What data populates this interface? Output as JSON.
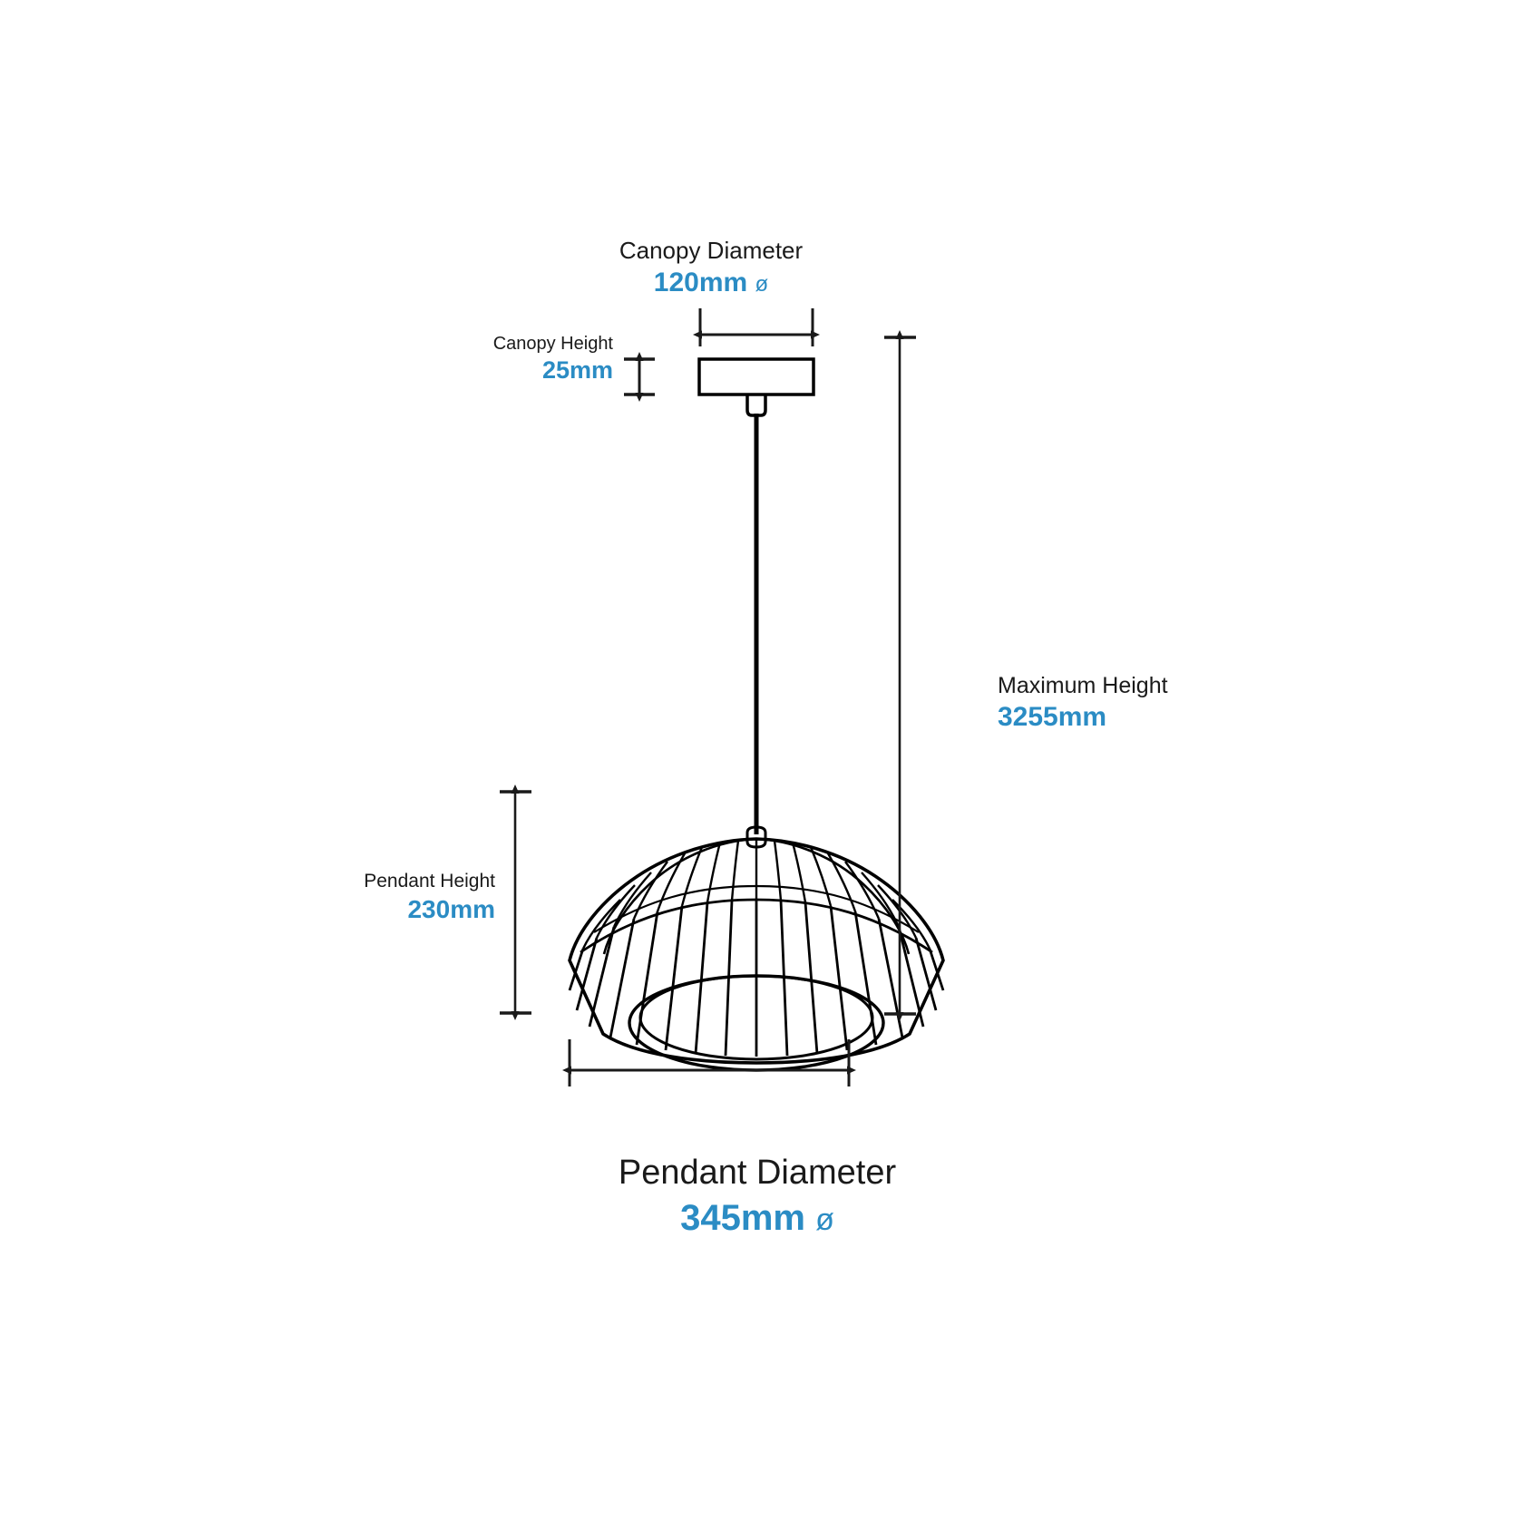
{
  "diagram": {
    "title": "Pendant light dimension diagram",
    "units": "mm",
    "accent_color": "#2b8cc4",
    "line_color": "#1a1a1a",
    "background_color": "#ffffff",
    "diameter_symbol": "ø"
  },
  "dimensions": {
    "canopy_diameter": {
      "label": "Canopy Diameter",
      "value": "120mm",
      "symbol": "ø",
      "value_number": 120,
      "unit": "mm",
      "arrow": "horizontal-double"
    },
    "canopy_height": {
      "label": "Canopy Height",
      "value": "25mm",
      "value_number": 25,
      "unit": "mm",
      "arrow": "vertical-double"
    },
    "pendant_height": {
      "label": "Pendant Height",
      "value": "230mm",
      "value_number": 230,
      "unit": "mm",
      "arrow": "vertical-double"
    },
    "maximum_height": {
      "label": "Maximum Height",
      "value": "3255mm",
      "value_number": 3255,
      "unit": "mm",
      "arrow": "vertical-double"
    },
    "pendant_diameter": {
      "label": "Pendant Diameter",
      "value": "345mm",
      "symbol": "ø",
      "value_number": 345,
      "unit": "mm",
      "arrow": "horizontal-double"
    }
  },
  "product": {
    "type": "ribbed-dome-pendant-light",
    "parts": {
      "canopy": "ceiling-canopy-plate",
      "cable": "suspension-cable",
      "shade": "ribbed-slatted-shade",
      "diffuser": "bottom-diffuser-disc"
    }
  }
}
